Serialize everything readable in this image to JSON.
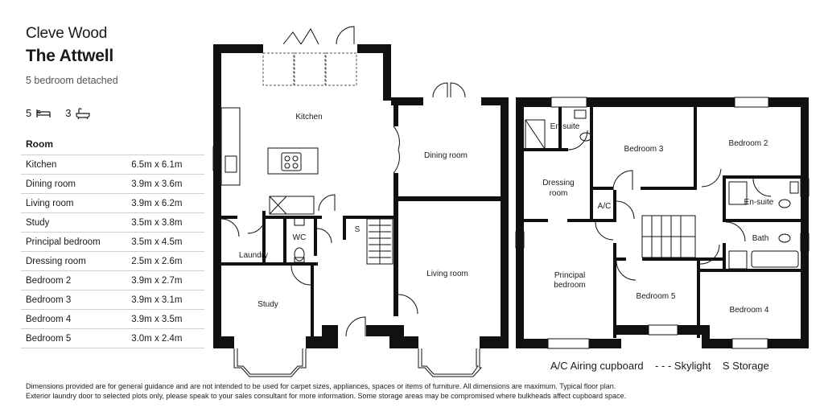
{
  "header": {
    "development": "Cleve Wood",
    "house_name": "The Attwell",
    "description": "5 bedroom detached"
  },
  "counts": {
    "bedrooms": "5",
    "bathrooms": "3",
    "bed_icon": "bed-icon",
    "bath_icon": "bath-icon"
  },
  "table": {
    "header": "Room",
    "rows": [
      {
        "room": "Kitchen",
        "dims": "6.5m x 6.1m"
      },
      {
        "room": "Dining room",
        "dims": "3.9m x 3.6m"
      },
      {
        "room": "Living room",
        "dims": "3.9m x 6.2m"
      },
      {
        "room": "Study",
        "dims": "3.5m x 3.8m"
      },
      {
        "room": "Principal bedroom",
        "dims": "3.5m x 4.5m"
      },
      {
        "room": "Dressing room",
        "dims": "2.5m x 2.6m"
      },
      {
        "room": "Bedroom 2",
        "dims": "3.9m x 2.7m"
      },
      {
        "room": "Bedroom 3",
        "dims": "3.9m x 3.1m"
      },
      {
        "room": "Bedroom 4",
        "dims": "3.9m x 3.5m"
      },
      {
        "room": "Bedroom 5",
        "dims": "3.0m x 2.4m"
      }
    ]
  },
  "ground_floor": {
    "kitchen": "Kitchen",
    "dining": "Dining room",
    "living": "Living room",
    "study": "Study",
    "laundry": "Laundry",
    "wc": "WC",
    "storage": "S"
  },
  "first_floor": {
    "ensuite1": "En-suite",
    "bedroom3": "Bedroom 3",
    "bedroom2": "Bedroom 2",
    "dressing_line1": "Dressing",
    "dressing_line2": "room",
    "ac": "A/C",
    "ensuite2": "En-suite",
    "bath": "Bath",
    "principal_line1": "Principal",
    "principal_line2": "bedroom",
    "bedroom5": "Bedroom 5",
    "bedroom4": "Bedroom 4"
  },
  "legend": {
    "airing": "A/C Airing cupboard",
    "skylight": "- - - Skylight",
    "storage": "S Storage"
  },
  "notes": {
    "line1": "Dimensions provided are for general guidance and are not intended to be used for carpet sizes, appliances, spaces or items of furniture. All dimensions are maximum. Typical floor plan.",
    "line2": "Exterior laundry door to selected plots only, please speak to your sales consultant for more information. Some storage areas may be compromised where bulkheads affect cupboard space."
  }
}
